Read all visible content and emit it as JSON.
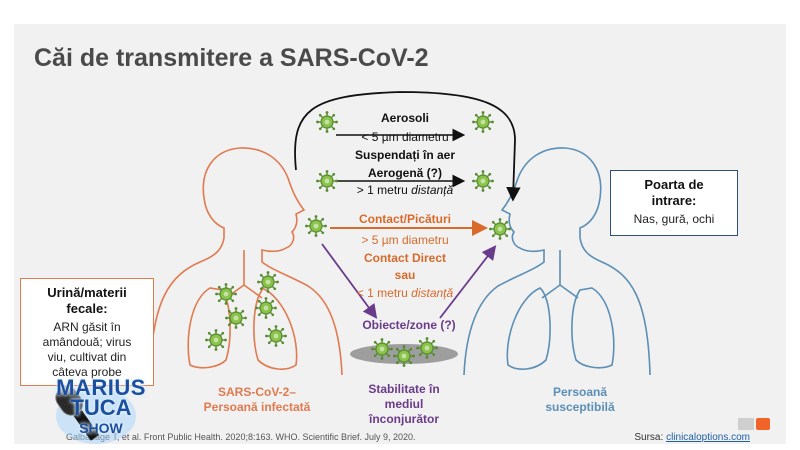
{
  "title": "Căi de transmitere a SARS-CoV-2",
  "routes": {
    "aerosol_title": "Aerosoli",
    "aerosol_size": "< 5 µm diametru",
    "suspended": "Suspendați în aer",
    "airborne": "Aerogenă (?)",
    "airborne_distance_prefix": "> 1 metru ",
    "airborne_distance_word": "distanță",
    "contact_title": "Contact/Picături",
    "contact_size": "> 5 µm diametru",
    "direct_contact": "Contact Direct",
    "or": "sau",
    "direct_distance_prefix": "< 1 metru ",
    "direct_distance_word": "distanță",
    "objects": "Obiecte/zone (?)"
  },
  "portal_box": {
    "title_line1": "Poarta de",
    "title_line2": "intrare:",
    "body": "Nas, gură, ochi"
  },
  "feces_box": {
    "title_line1": "Urină/materii",
    "title_line2": "fecale:",
    "body_line1": "ARN găsit în",
    "body_line2": "amândouă; virus",
    "body_line3": "viu, cultivat din",
    "body_line4": "câteva probe"
  },
  "labels": {
    "infected_line1": "SARS-CoV-2–",
    "infected_line2": "Persoană infectată",
    "stability_line1": "Stabilitate în",
    "stability_line2": "mediul",
    "stability_line3": "înconjurător",
    "susceptible_line1": "Persoană",
    "susceptible_line2": "susceptibilă"
  },
  "footer": {
    "citation": "Galbadage T, et al. Front Public Health. 2020;8:163. WHO. Scientific Brief. July 9, 2020.",
    "source_prefix": "Sursa: ",
    "source_link": "clinicaloptions.com"
  },
  "watermark": {
    "line1": "MARIUS",
    "line2": "TUCA",
    "line3": "SHOW"
  },
  "colors": {
    "infected": "#e07a4f",
    "susceptible": "#5b8fb5",
    "contact": "#d86a2b",
    "objects": "#6a3b8a",
    "virus": "#7cb342",
    "link": "#1f5fa8"
  }
}
